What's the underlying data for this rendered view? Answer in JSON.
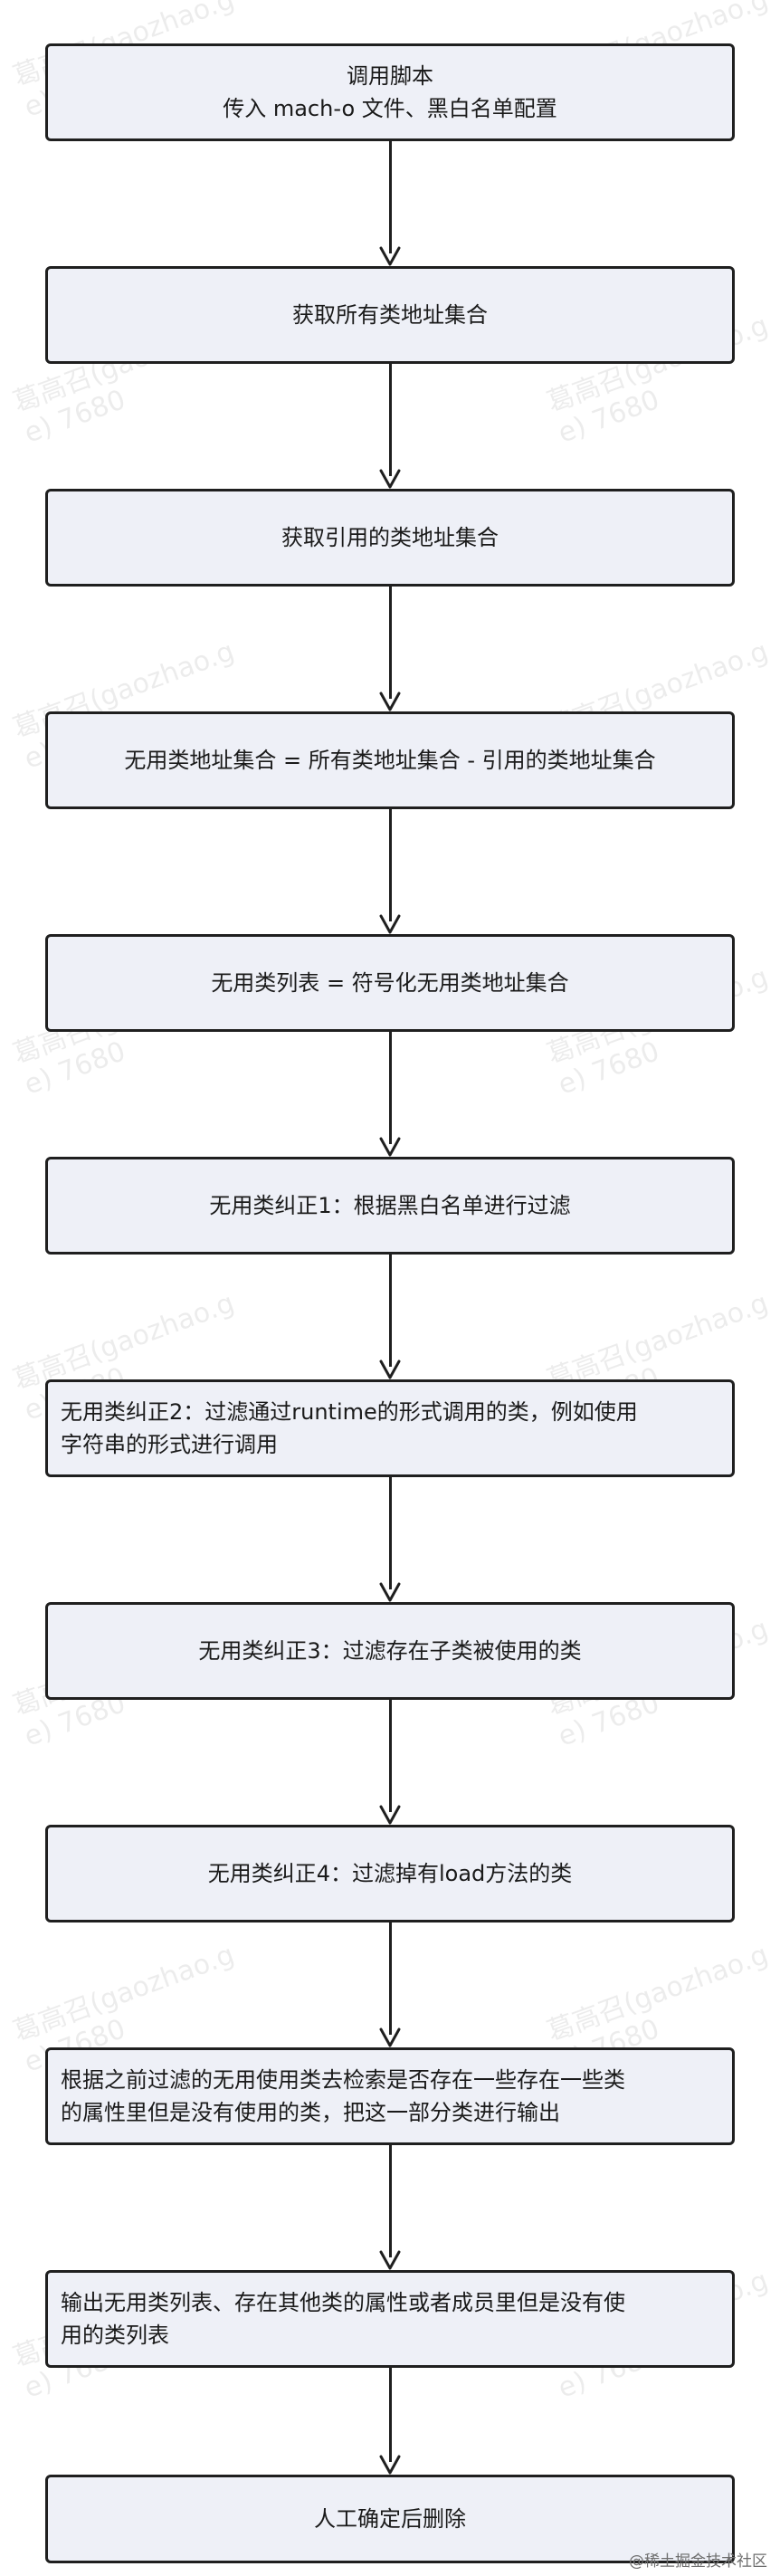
{
  "colors": {
    "box_fill": "#eef0f7",
    "box_border": "#1f1f1f",
    "arrow": "#1f1f1f",
    "text": "#1a1a1a"
  },
  "steps": [
    {
      "line1": "调用脚本",
      "line2": "传入 mach-o 文件、黑白名单配置"
    },
    {
      "line1": "获取所有类地址集合"
    },
    {
      "line1": "获取引用的类地址集合"
    },
    {
      "line1": "无用类地址集合 = 所有类地址集合 - 引用的类地址集合"
    },
    {
      "line1": "无用类列表 = 符号化无用类地址集合"
    },
    {
      "line1": "无用类纠正1：根据黑白名单进行过滤"
    },
    {
      "line1": "无用类纠正2：过滤通过runtime的形式调用的类，例如使用",
      "line2": "字符串的形式进行调用"
    },
    {
      "line1": "无用类纠正3：过滤存在子类被使用的类"
    },
    {
      "line1": "无用类纠正4：过滤掉有load方法的类"
    },
    {
      "line1": "根据之前过滤的无用使用类去检索是否存在一些存在一些类",
      "line2": "的属性里但是没有使用的类，把这一部分类进行输出"
    },
    {
      "line1": "输出无用类列表、存在其他类的属性或者成员里但是没有使",
      "line2": "用的类列表"
    },
    {
      "line1": "人工确定后删除"
    }
  ],
  "watermark": {
    "line1": "葛高召(gaozhao.g",
    "line2": "e) 7680"
  },
  "footer": "@稀土掘金技术社区"
}
